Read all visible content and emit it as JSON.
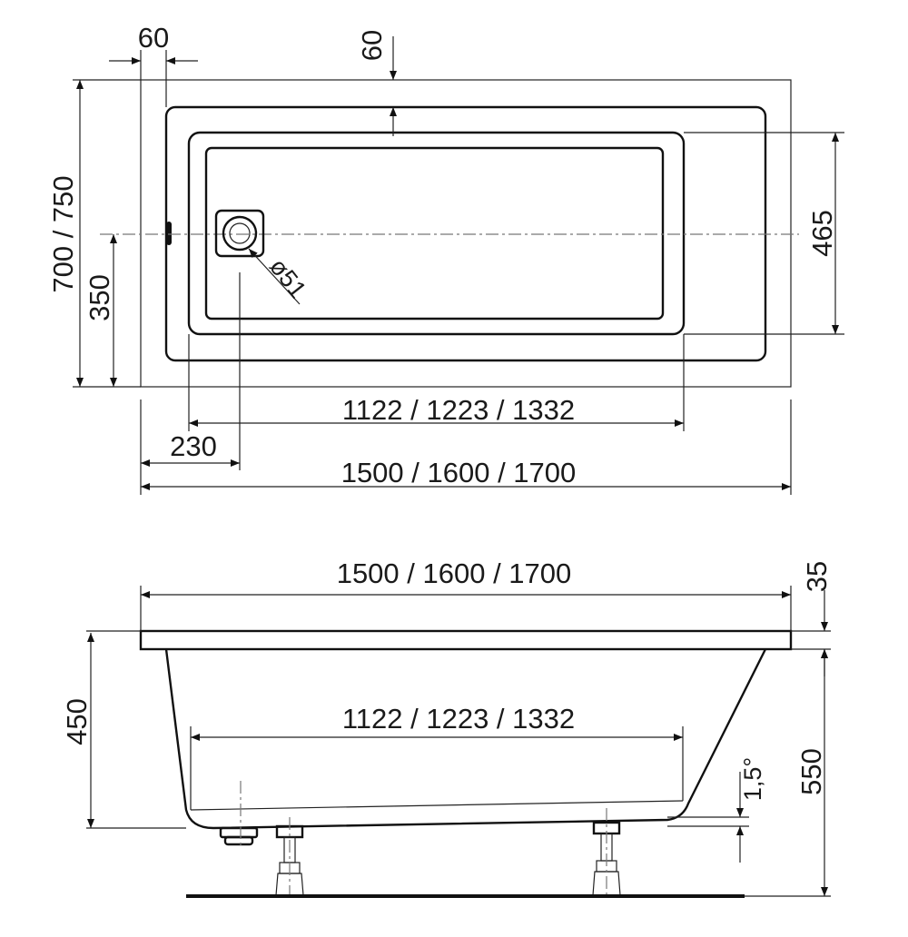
{
  "top_view": {
    "rim_width_left": "60",
    "rim_width_top": "60",
    "total_width": "700 / 750",
    "drain_offset_y": "350",
    "inner_width": "465",
    "drain_diameter": "ø51",
    "inner_length": "1122 / 1223 / 1332",
    "drain_offset_x": "230",
    "total_length": "1500 / 1600 / 1700"
  },
  "side_view": {
    "total_length": "1500 / 1600 / 1700",
    "rim_thickness": "35",
    "depth": "450",
    "bottom_length": "1122 / 1223 / 1332",
    "slope": "1,5°",
    "total_height": "550"
  }
}
